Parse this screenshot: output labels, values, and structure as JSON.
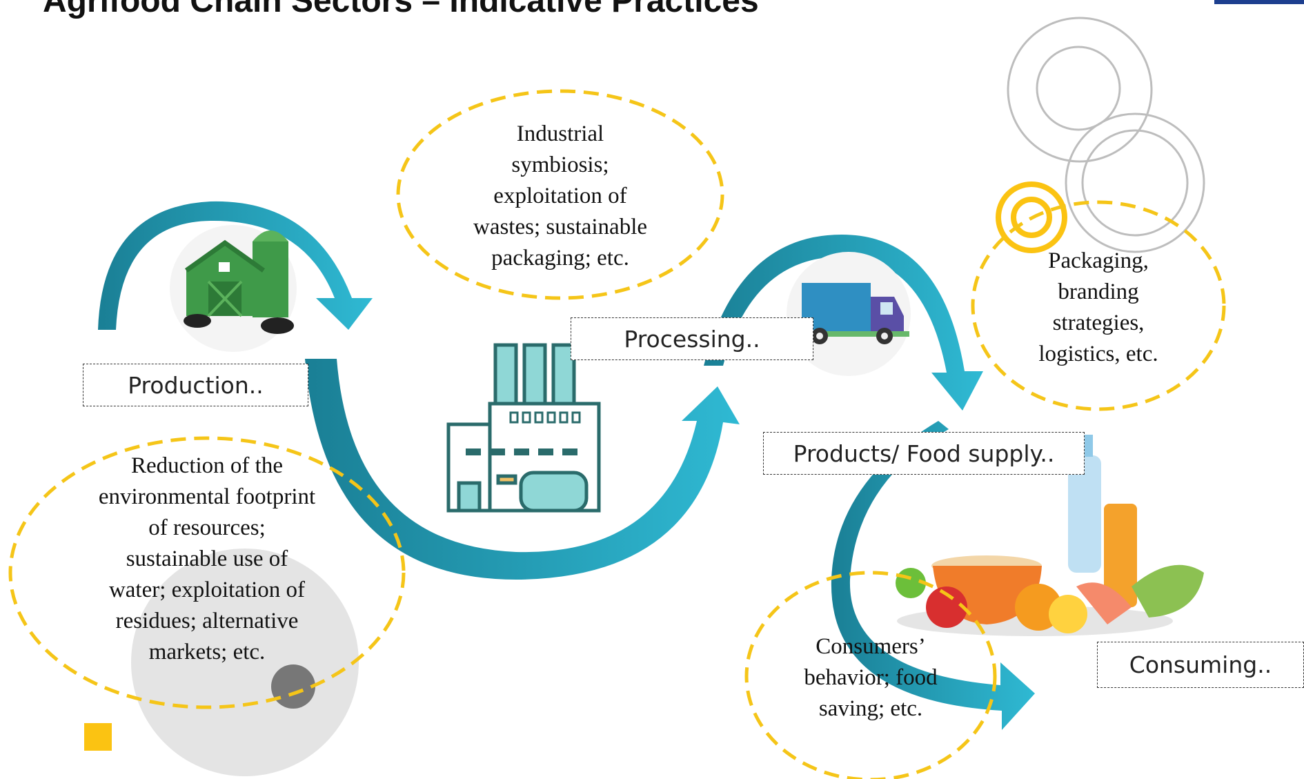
{
  "title": "Agrifood Chain Sectors – Indicative Practices",
  "colors": {
    "arrow_teal_dark": "#1a7f95",
    "arrow_teal_light": "#2fb9d3",
    "bubble_border": "#f5c518",
    "accent_yellow": "#fbc312",
    "decor_gray": "#b9b9b9"
  },
  "stages": {
    "production": "Production..",
    "processing": "Processing..",
    "products": "Products/ Food supply..",
    "consuming": "Consuming.."
  },
  "bubbles": {
    "industrial": [
      "Industrial",
      "symbiosis;",
      "exploitation of",
      "wastes; sustainable",
      "packaging; etc."
    ],
    "packaging": [
      "Packaging,",
      "branding",
      "strategies,",
      "logistics, etc."
    ],
    "reduction": [
      "Reduction of the",
      "environmental footprint",
      "of resources;",
      "sustainable use of",
      "water; exploitation of",
      "residues; alternative",
      "markets; etc."
    ],
    "consumers": [
      "Consumers’",
      "behavior; food",
      "saving; etc."
    ]
  },
  "icons": [
    "farm-barn-icon",
    "factory-icon",
    "delivery-truck-icon",
    "food-basket-icon"
  ]
}
